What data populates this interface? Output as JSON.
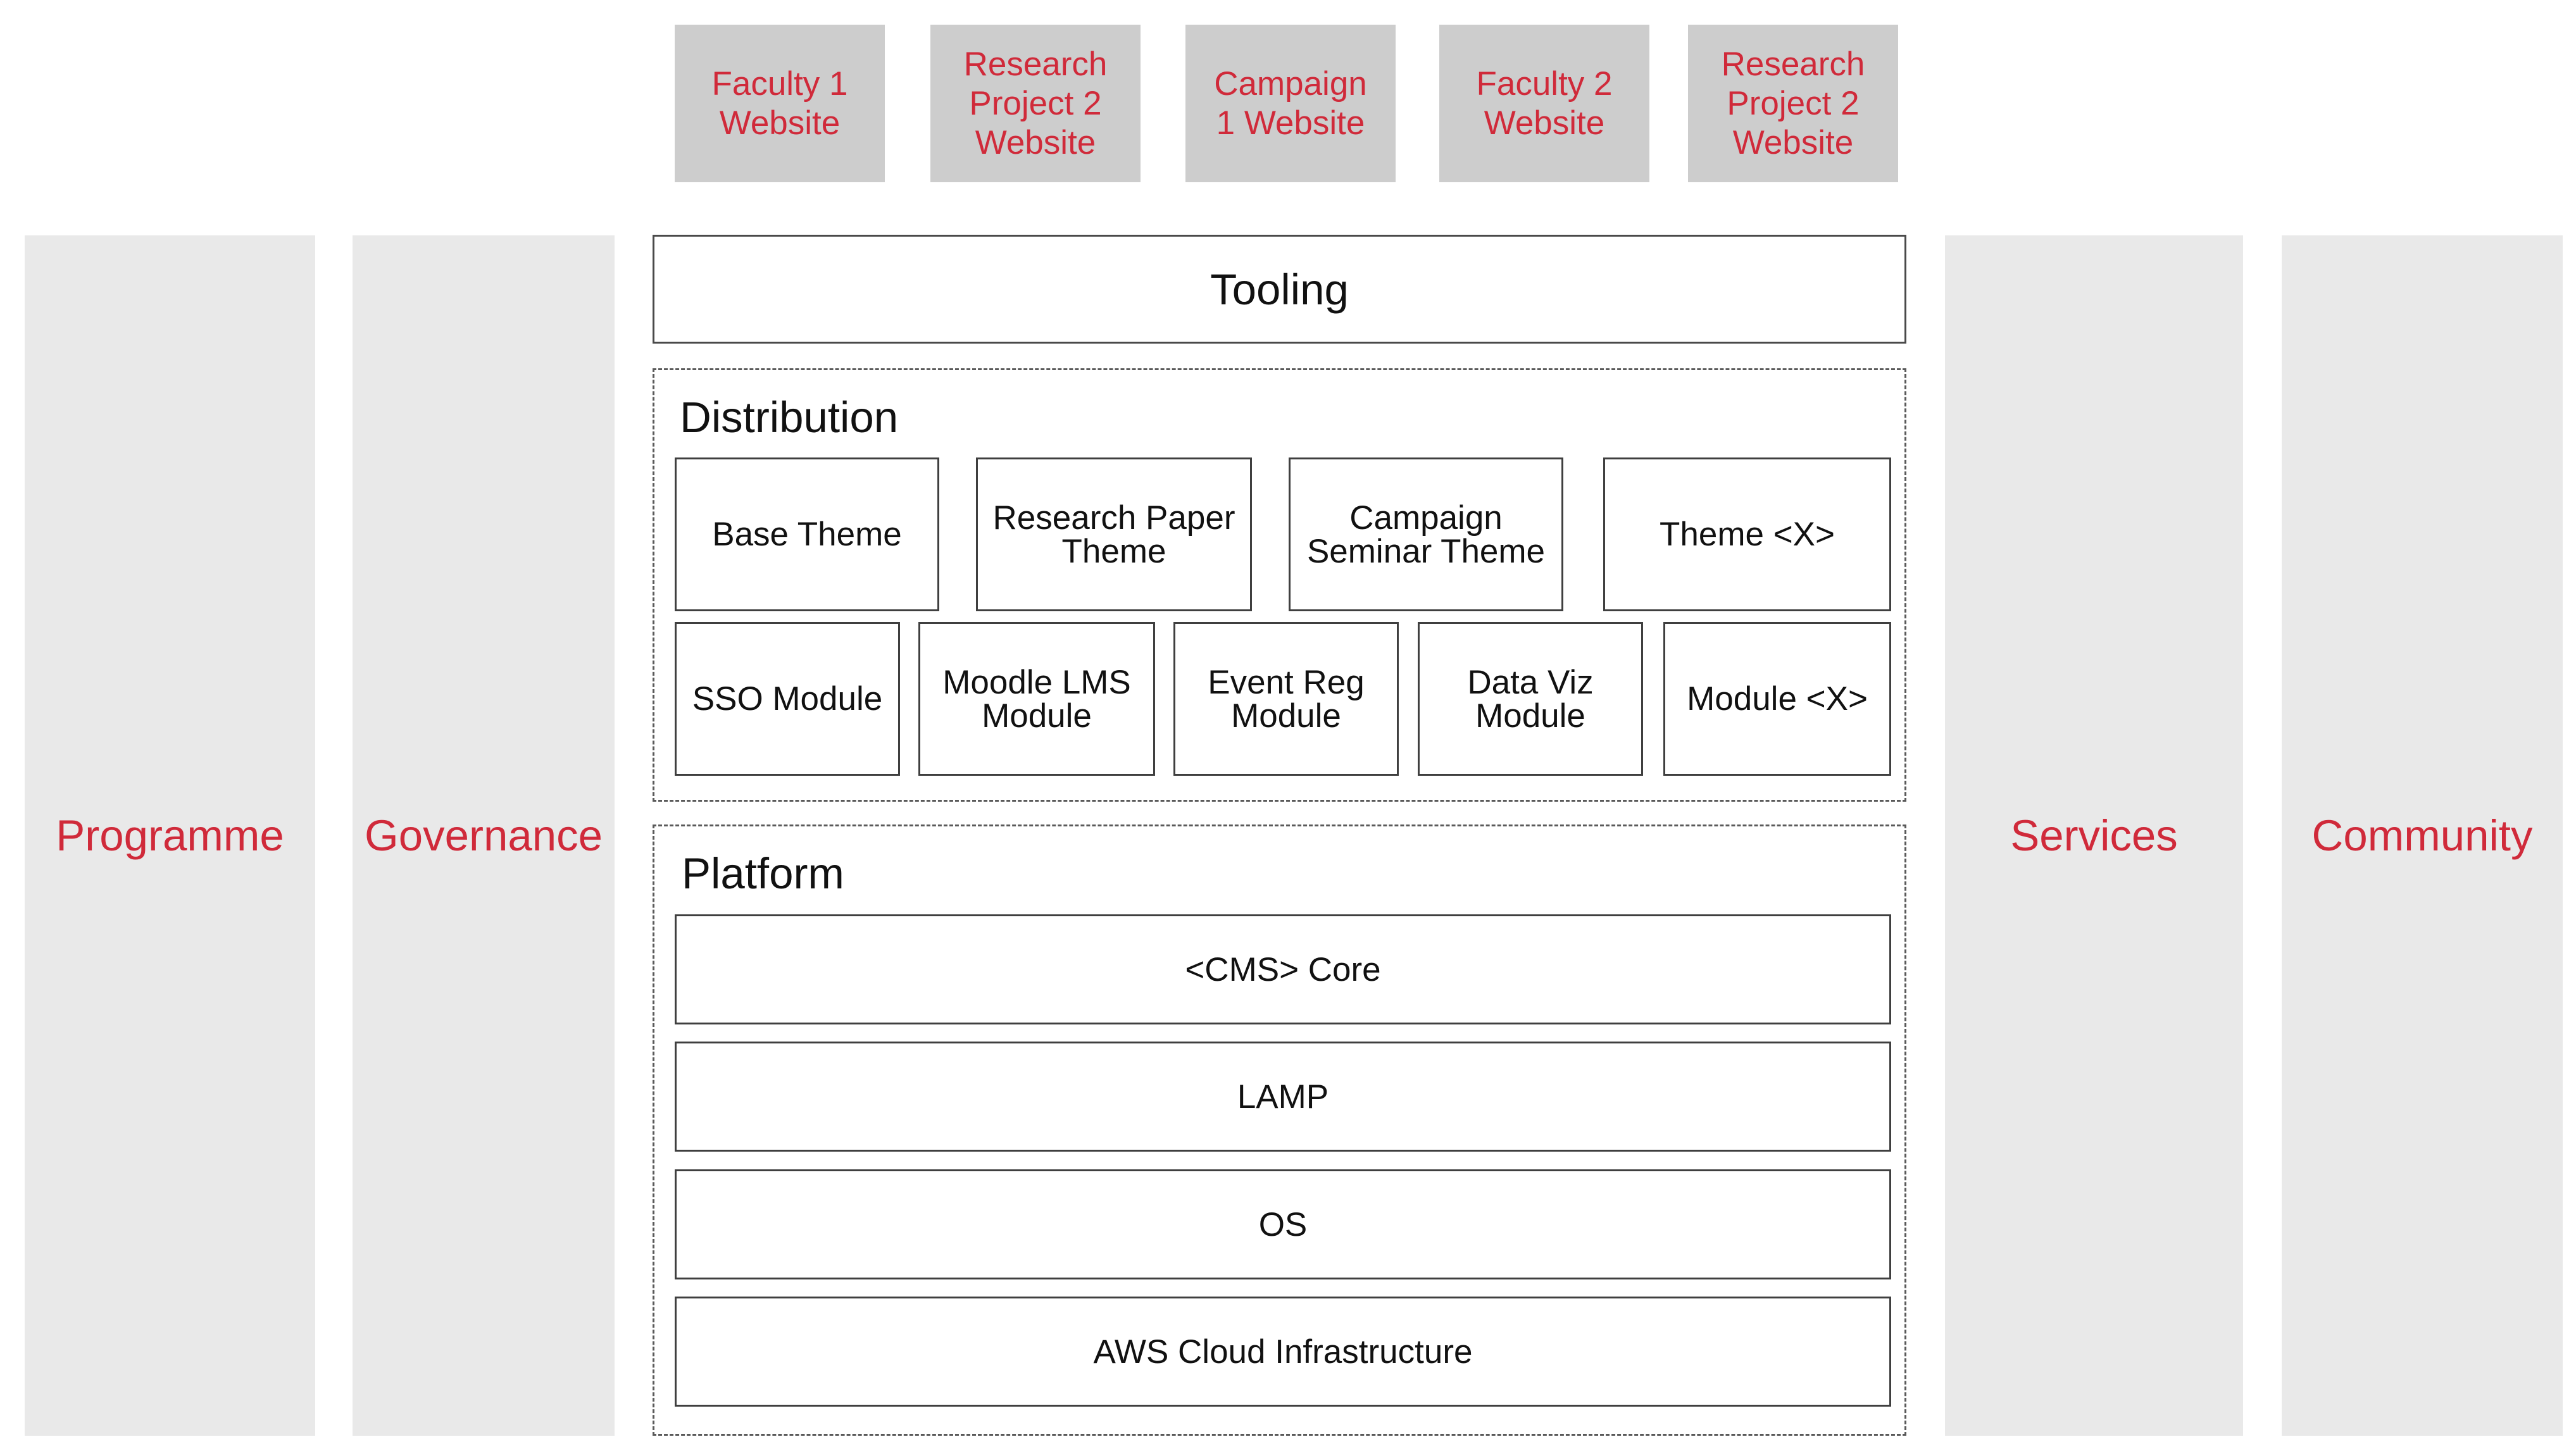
{
  "websites": [
    {
      "label": "Faculty 1\nWebsite"
    },
    {
      "label": "Research\nProject 2\nWebsite"
    },
    {
      "label": "Campaign\n1 Website"
    },
    {
      "label": "Faculty 2\nWebsite"
    },
    {
      "label": "Research\nProject 2\nWebsite"
    }
  ],
  "pillars": {
    "programme": "Programme",
    "governance": "Governance",
    "services": "Services",
    "community": "Community"
  },
  "tooling": "Tooling",
  "distribution": {
    "title": "Distribution",
    "themes": [
      "Base Theme",
      "Research Paper\nTheme",
      "Campaign\nSeminar Theme",
      "Theme <X>"
    ],
    "modules": [
      "SSO Module",
      "Moodle LMS\nModule",
      "Event Reg\nModule",
      "Data Viz\nModule",
      "Module <X>"
    ]
  },
  "platform": {
    "title": "Platform",
    "layers": [
      "<CMS> Core",
      "LAMP",
      "OS",
      "AWS Cloud Infrastructure"
    ]
  },
  "colors": {
    "accent_red": "#d02a3a",
    "tile_grey": "#cdcdcd",
    "pillar_grey": "#e9e9e9"
  }
}
